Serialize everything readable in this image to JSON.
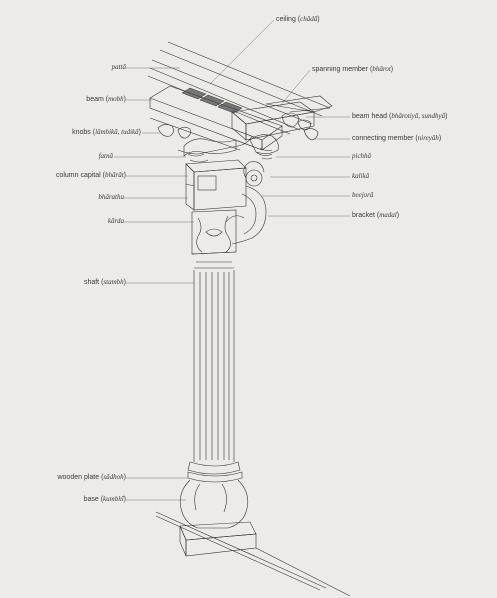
{
  "diagram": {
    "labels_left": [
      {
        "id": "patta",
        "name": "",
        "term": "pattā"
      },
      {
        "id": "beam",
        "name": "beam",
        "term": "mobh"
      },
      {
        "id": "knobs",
        "name": "knobs",
        "term": "lāmbikā, tudikā"
      },
      {
        "id": "fatna",
        "name": "",
        "term": "fatnā"
      },
      {
        "id": "column-capital",
        "name": "column capital",
        "term": "bhārāt"
      },
      {
        "id": "bharathu",
        "name": "",
        "term": "bhārathu"
      },
      {
        "id": "karda",
        "name": "",
        "term": "kārda"
      },
      {
        "id": "shaft",
        "name": "shaft",
        "term": "stambh"
      },
      {
        "id": "wooden-plate",
        "name": "wooden plate",
        "term": "sādhoh"
      },
      {
        "id": "base",
        "name": "base",
        "term": "kumbhī"
      }
    ],
    "labels_right": [
      {
        "id": "ceiling",
        "name": "ceiling",
        "term": "chādā"
      },
      {
        "id": "spanning-member",
        "name": "spanning member",
        "term": "bhārot"
      },
      {
        "id": "beam-head",
        "name": "beam head",
        "term": "bhārotiyā, sundhyā"
      },
      {
        "id": "connecting-member",
        "name": "connecting member",
        "term": "nireyāh"
      },
      {
        "id": "pichha",
        "name": "",
        "term": "pichhā"
      },
      {
        "id": "kalika",
        "name": "",
        "term": "kalikā"
      },
      {
        "id": "beejora",
        "name": "",
        "term": "beejorā"
      },
      {
        "id": "bracket",
        "name": "bracket",
        "term": "madal"
      }
    ]
  }
}
